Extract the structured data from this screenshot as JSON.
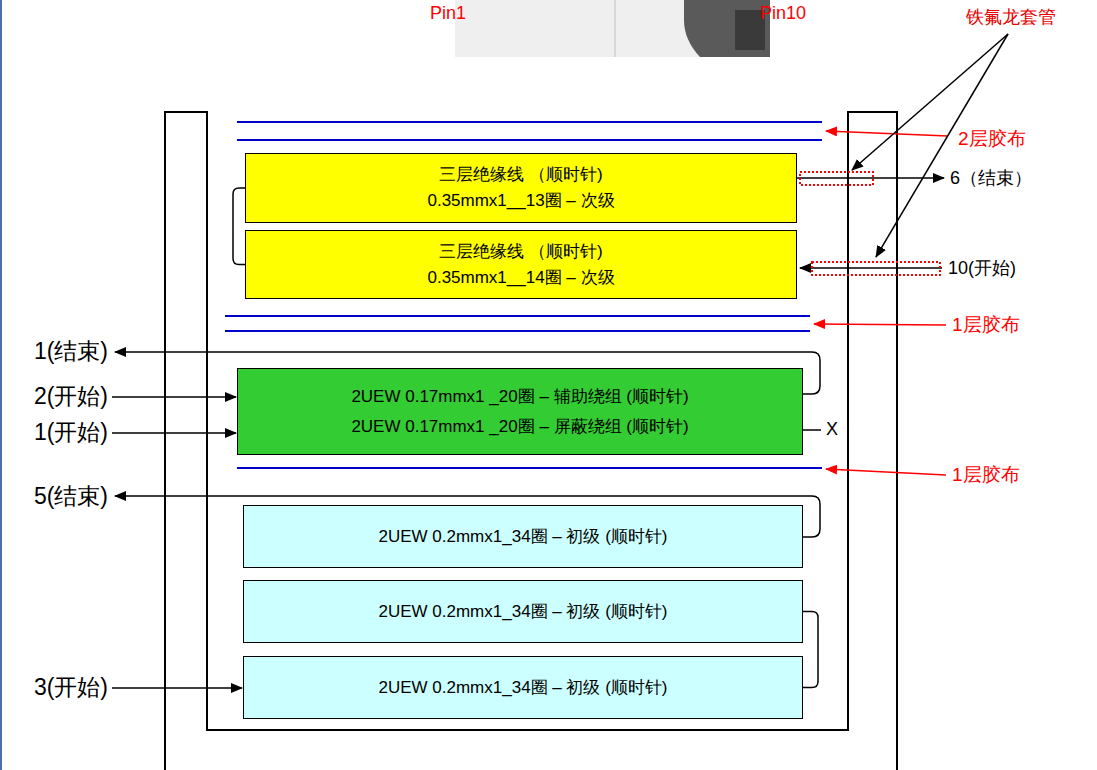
{
  "diagram": {
    "nodes": [
      {
        "text": [
          "三层绝缘线 （顺时针)",
          "0.35mmx1__13圈 – 次级"
        ]
      },
      {
        "text": [
          "三层绝缘线 （顺时针)",
          "0.35mmx1__14圈 – 次级"
        ]
      },
      {
        "text": [
          "2UEW 0.17mmx1 _20圈 – 辅助绕组 (顺时针)",
          "2UEW 0.17mmx1 _20圈 – 屏蔽绕组 (顺时针)"
        ]
      },
      {
        "text": [
          "2UEW 0.2mmx1_34圈 – 初级 (顺时针)"
        ]
      },
      {
        "text": [
          "2UEW 0.2mmx1_34圈 – 初级 (顺时针)"
        ]
      },
      {
        "text": [
          "2UEW 0.2mmx1_34圈 – 初级 (顺时针)"
        ]
      }
    ],
    "edges": [
      {
        "from": 0,
        "to": 1,
        "arrow": "none"
      },
      {
        "from": 4,
        "to": 5,
        "arrow": "none"
      }
    ],
    "labels": [
      "Pin1",
      "Pin10",
      "铁氟龙套管",
      "2层胶布",
      "6（结束）",
      "10(开始)",
      "1层胶布",
      "1(结束)",
      "2(开始)",
      "1(开始)",
      "X",
      "1层胶布",
      "5(结束)",
      "3(开始)"
    ]
  }
}
